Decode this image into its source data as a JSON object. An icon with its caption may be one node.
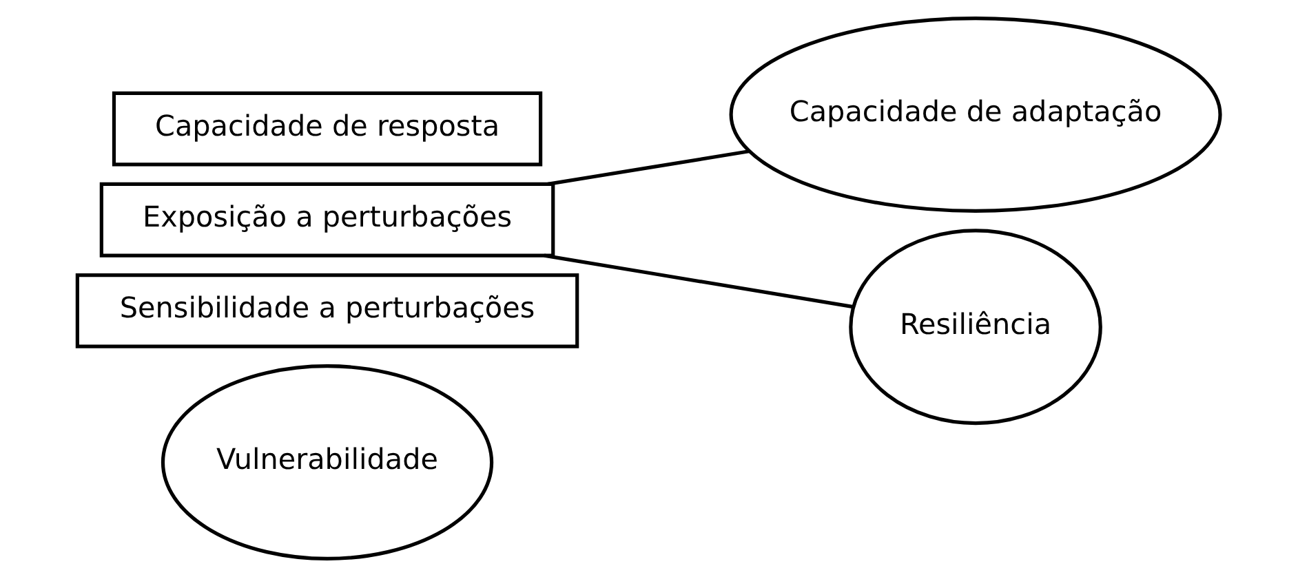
{
  "diagram": {
    "nodes": [
      {
        "text": [
          "Vulnerabilidade"
        ]
      },
      {
        "text": [
          "Sensibilidade a perturbações"
        ]
      },
      {
        "text": [
          "Exposição a perturbações"
        ]
      },
      {
        "text": [
          "Capacidade de resposta"
        ]
      },
      {
        "text": [
          "Capacidade de adaptação"
        ]
      },
      {
        "text": [
          "Resiliência"
        ]
      }
    ],
    "edges": [
      {
        "from": 2,
        "to": 4,
        "arrow": "none"
      },
      {
        "from": 2,
        "to": 5,
        "arrow": "none"
      }
    ]
  }
}
